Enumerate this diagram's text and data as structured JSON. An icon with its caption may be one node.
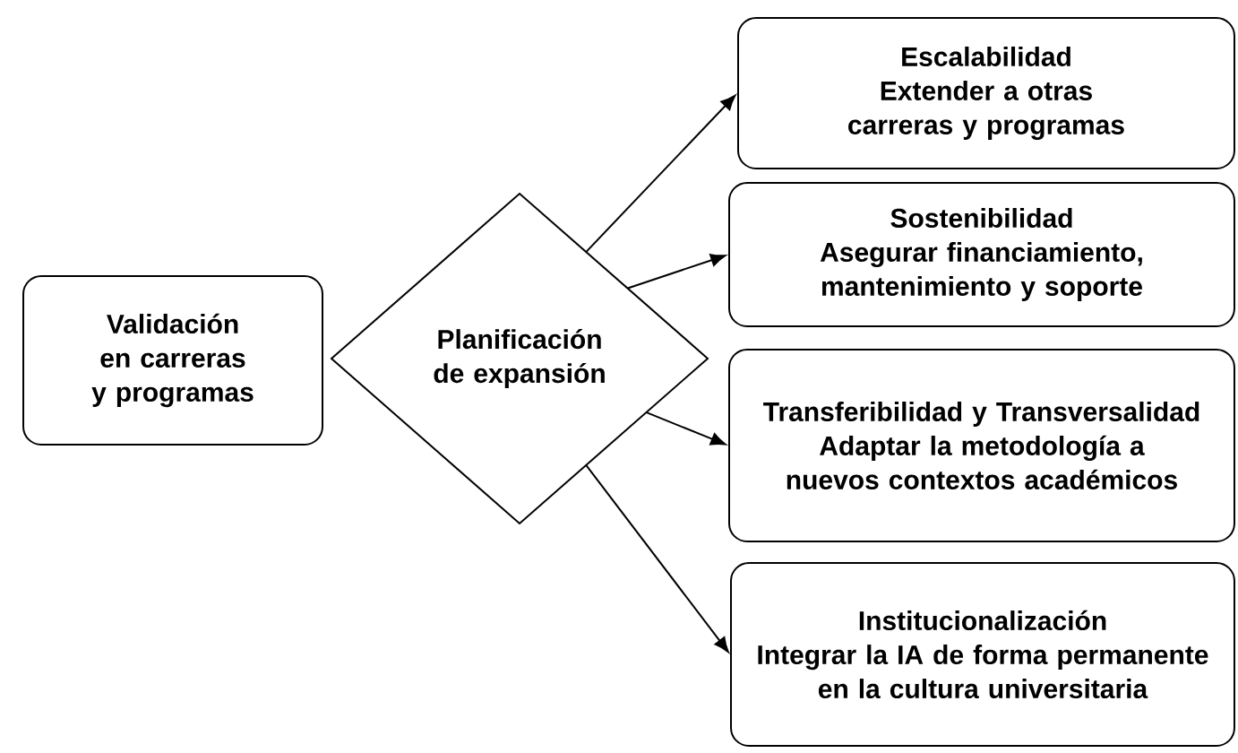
{
  "diagram": {
    "nodes": [
      {
        "text": [
          "Validación en carreras y programas"
        ]
      },
      {
        "text": [
          "Planificación de expansión"
        ]
      },
      {
        "text": [
          "Escalabilidad",
          "Extender a otras carreras y programas"
        ]
      },
      {
        "text": [
          "Sostenibilidad",
          "Asegurar financiamiento, mantenimiento y soporte"
        ]
      },
      {
        "text": [
          "Transferibilidad y Transversalidad",
          "Adaptar la metodología a nuevos contextos académicos"
        ]
      },
      {
        "text": [
          "Institucionalización",
          "Integrar la IA de forma permanente en la cultura universitaria"
        ]
      }
    ],
    "edges": [
      {
        "from": 1,
        "to": 2,
        "arrow": "to"
      },
      {
        "from": 1,
        "to": 3,
        "arrow": "to"
      },
      {
        "from": 1,
        "to": 4,
        "arrow": "to"
      },
      {
        "from": 1,
        "to": 5,
        "arrow": "to"
      }
    ]
  }
}
